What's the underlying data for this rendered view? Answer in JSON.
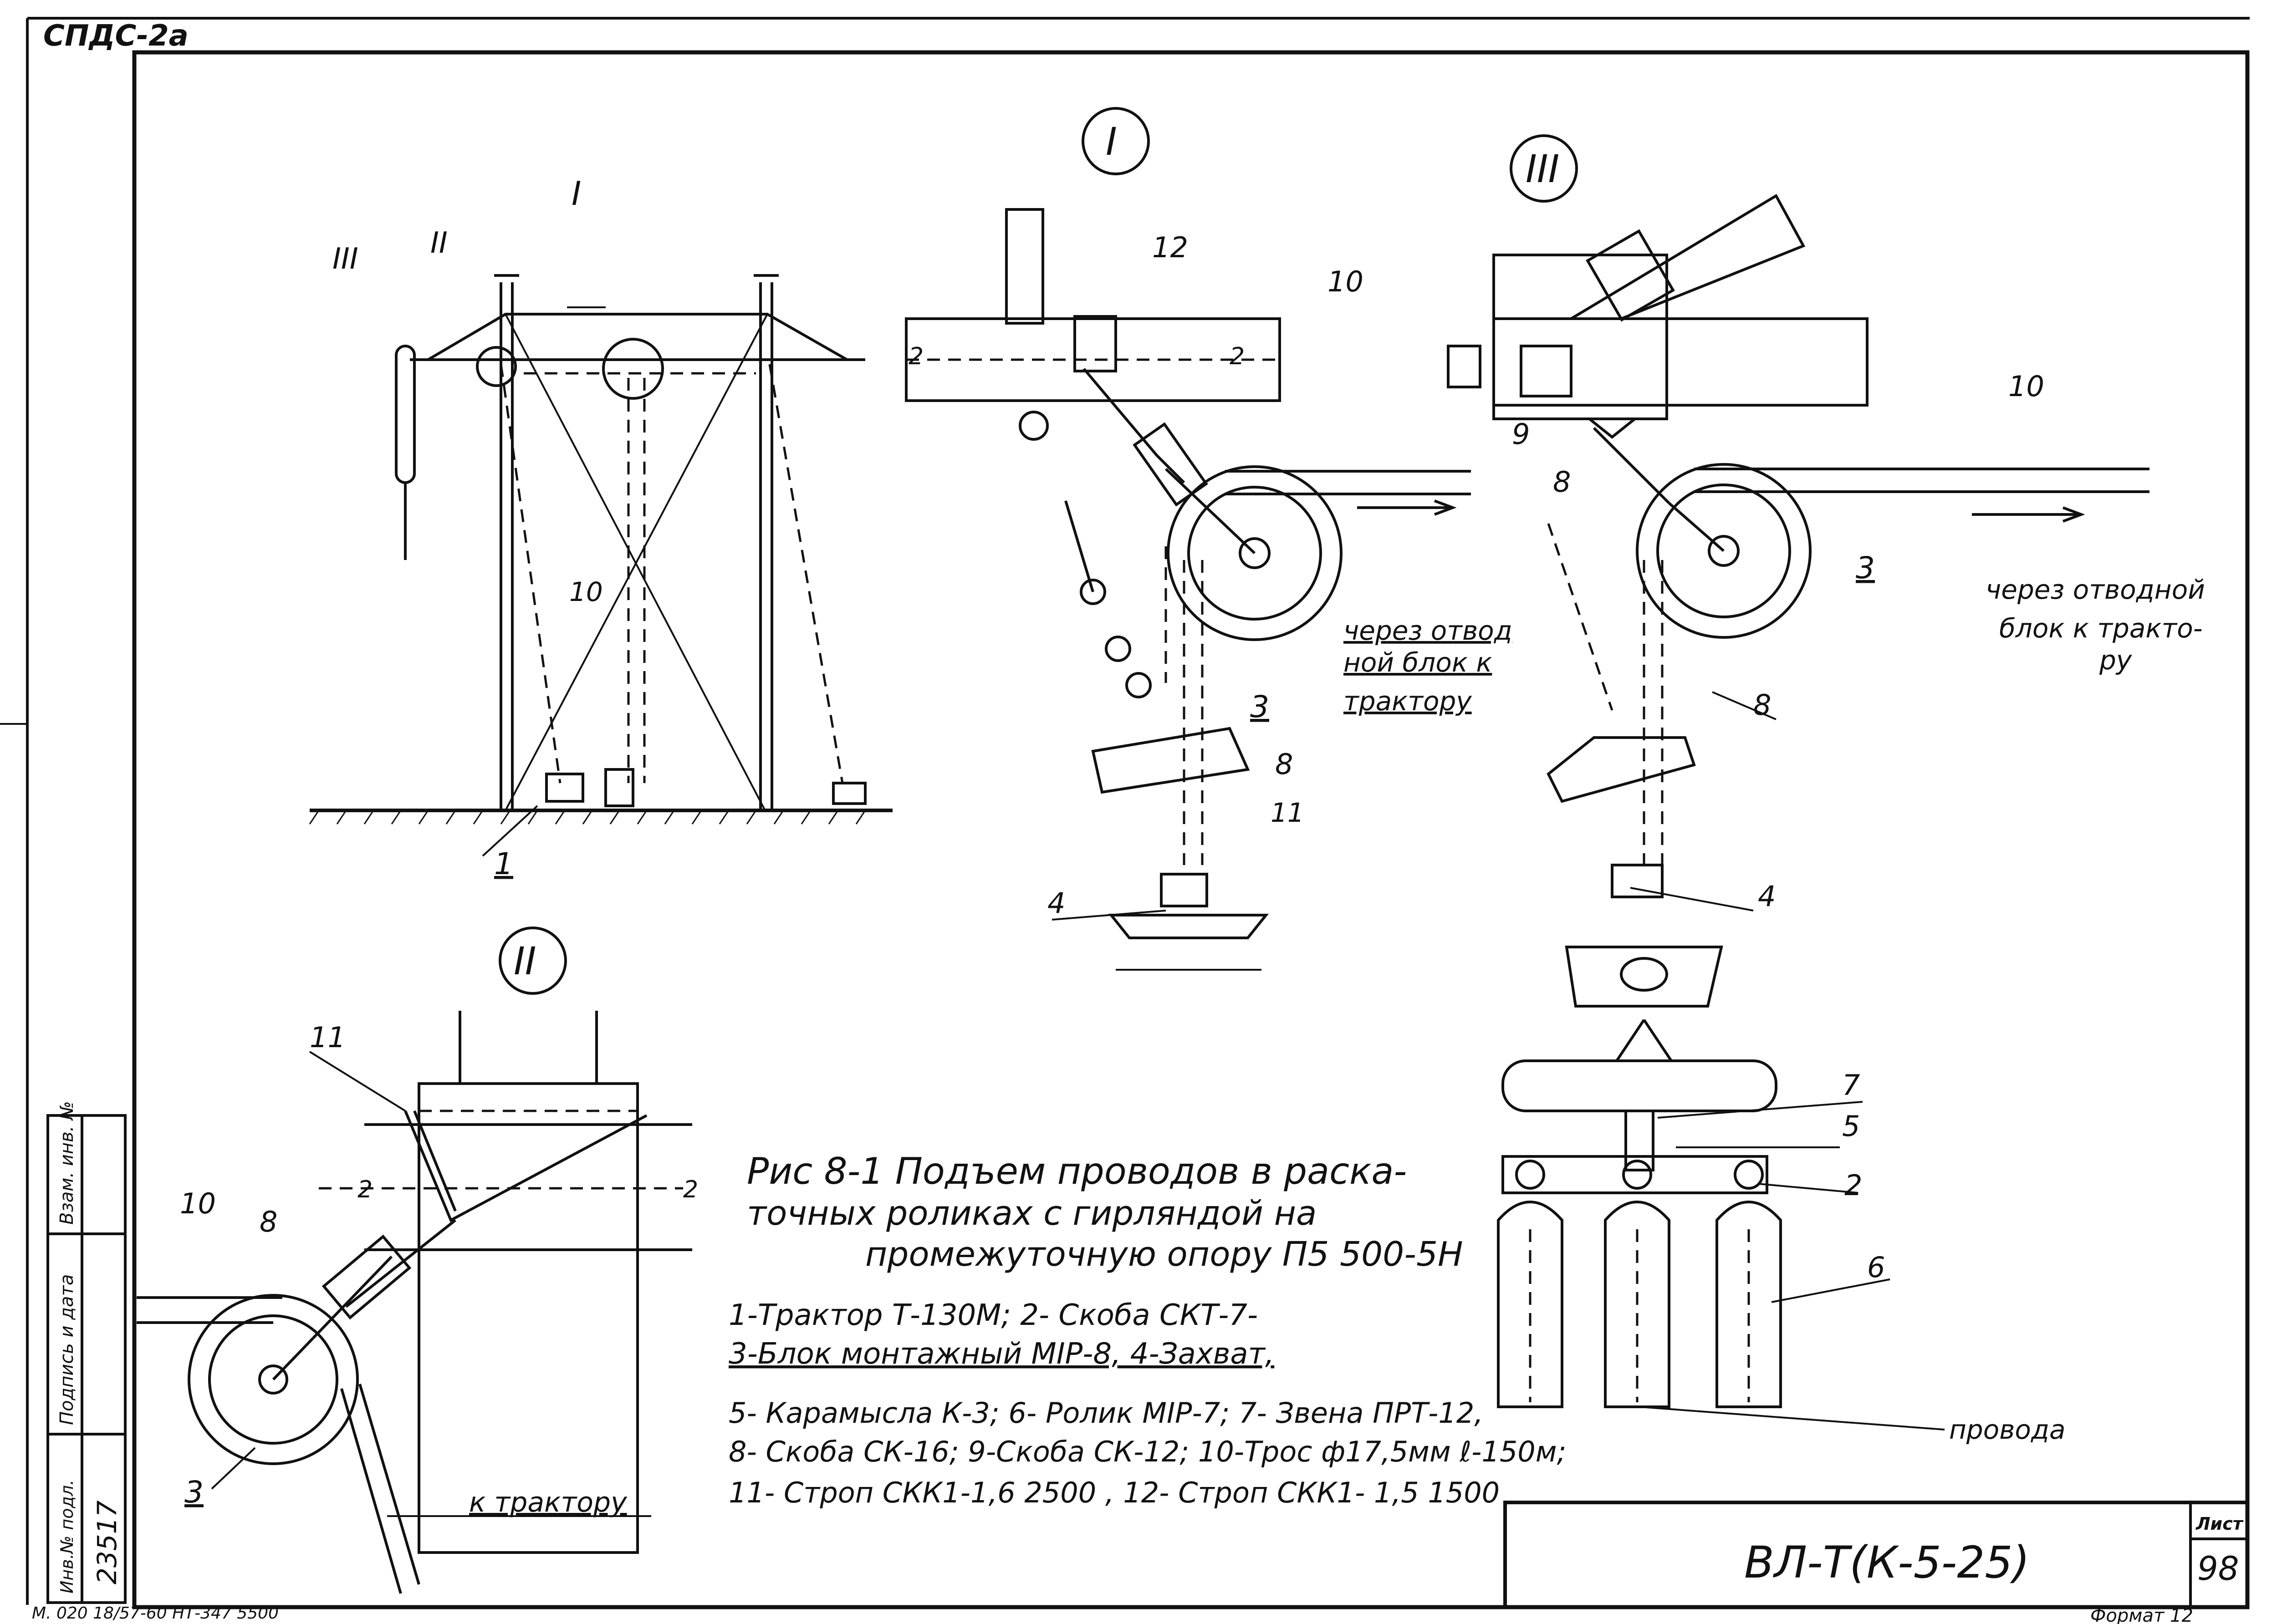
{
  "header": {
    "corner_label": "СПДС-2а",
    "format_label": "Формат 12",
    "bottom_print_line": "М. 020 18/57-60 НТ-347 5500"
  },
  "side_stamp": {
    "inv_no_label": "Инв.№ подл.",
    "inv_no_value": "23517",
    "sign_label": "Подпись и дата",
    "replace_label": "Взам. инв. №"
  },
  "views": {
    "view_I": "I",
    "view_II": "II",
    "view_III": "III",
    "section_mark": "2"
  },
  "callouts": {
    "n1": "1",
    "n2": "2",
    "n3": "3",
    "n4": "4",
    "n5": "5",
    "n6": "6",
    "n7": "7",
    "n8": "8",
    "n9": "9",
    "n10": "10",
    "n11": "11",
    "n12": "12"
  },
  "notes": {
    "to_tractor_via_block_1": "через отвод",
    "to_tractor_via_block_2": "ной блок к",
    "to_tractor_via_block_3": "трактору",
    "to_tractor_right_1": "через отводной",
    "to_tractor_right_2": "блок к тракто-",
    "to_tractor_right_3": "ру",
    "to_tractor_bottom": "к трактору",
    "wires": "провода"
  },
  "caption": {
    "line1": "Рис 8-1 Подъем проводов в раска-",
    "line2": "точных роликах с гирляндой на",
    "line3": "промежуточную опору П5 500-5Н"
  },
  "legend": [
    "1-Трактор Т-130М; 2- Скоба СКТ-7-",
    "3-Блок монтажный МIР-8, 4-Захват,",
    "5- Карамысла К-3; 6- Ролик МIР-7; 7- Звена ПРТ-12,",
    "8- Скоба СК-16; 9-Скоба СК-12; 10-Трос ф17,5мм ℓ-150м;",
    "11- Строп СКК1-1,6 2500 , 12- Строп СКК1- 1,5 1500"
  ],
  "title_block": {
    "designation": "ВЛ-Т(К-5-25)",
    "sheet_label": "Лист",
    "sheet_number": "98"
  }
}
